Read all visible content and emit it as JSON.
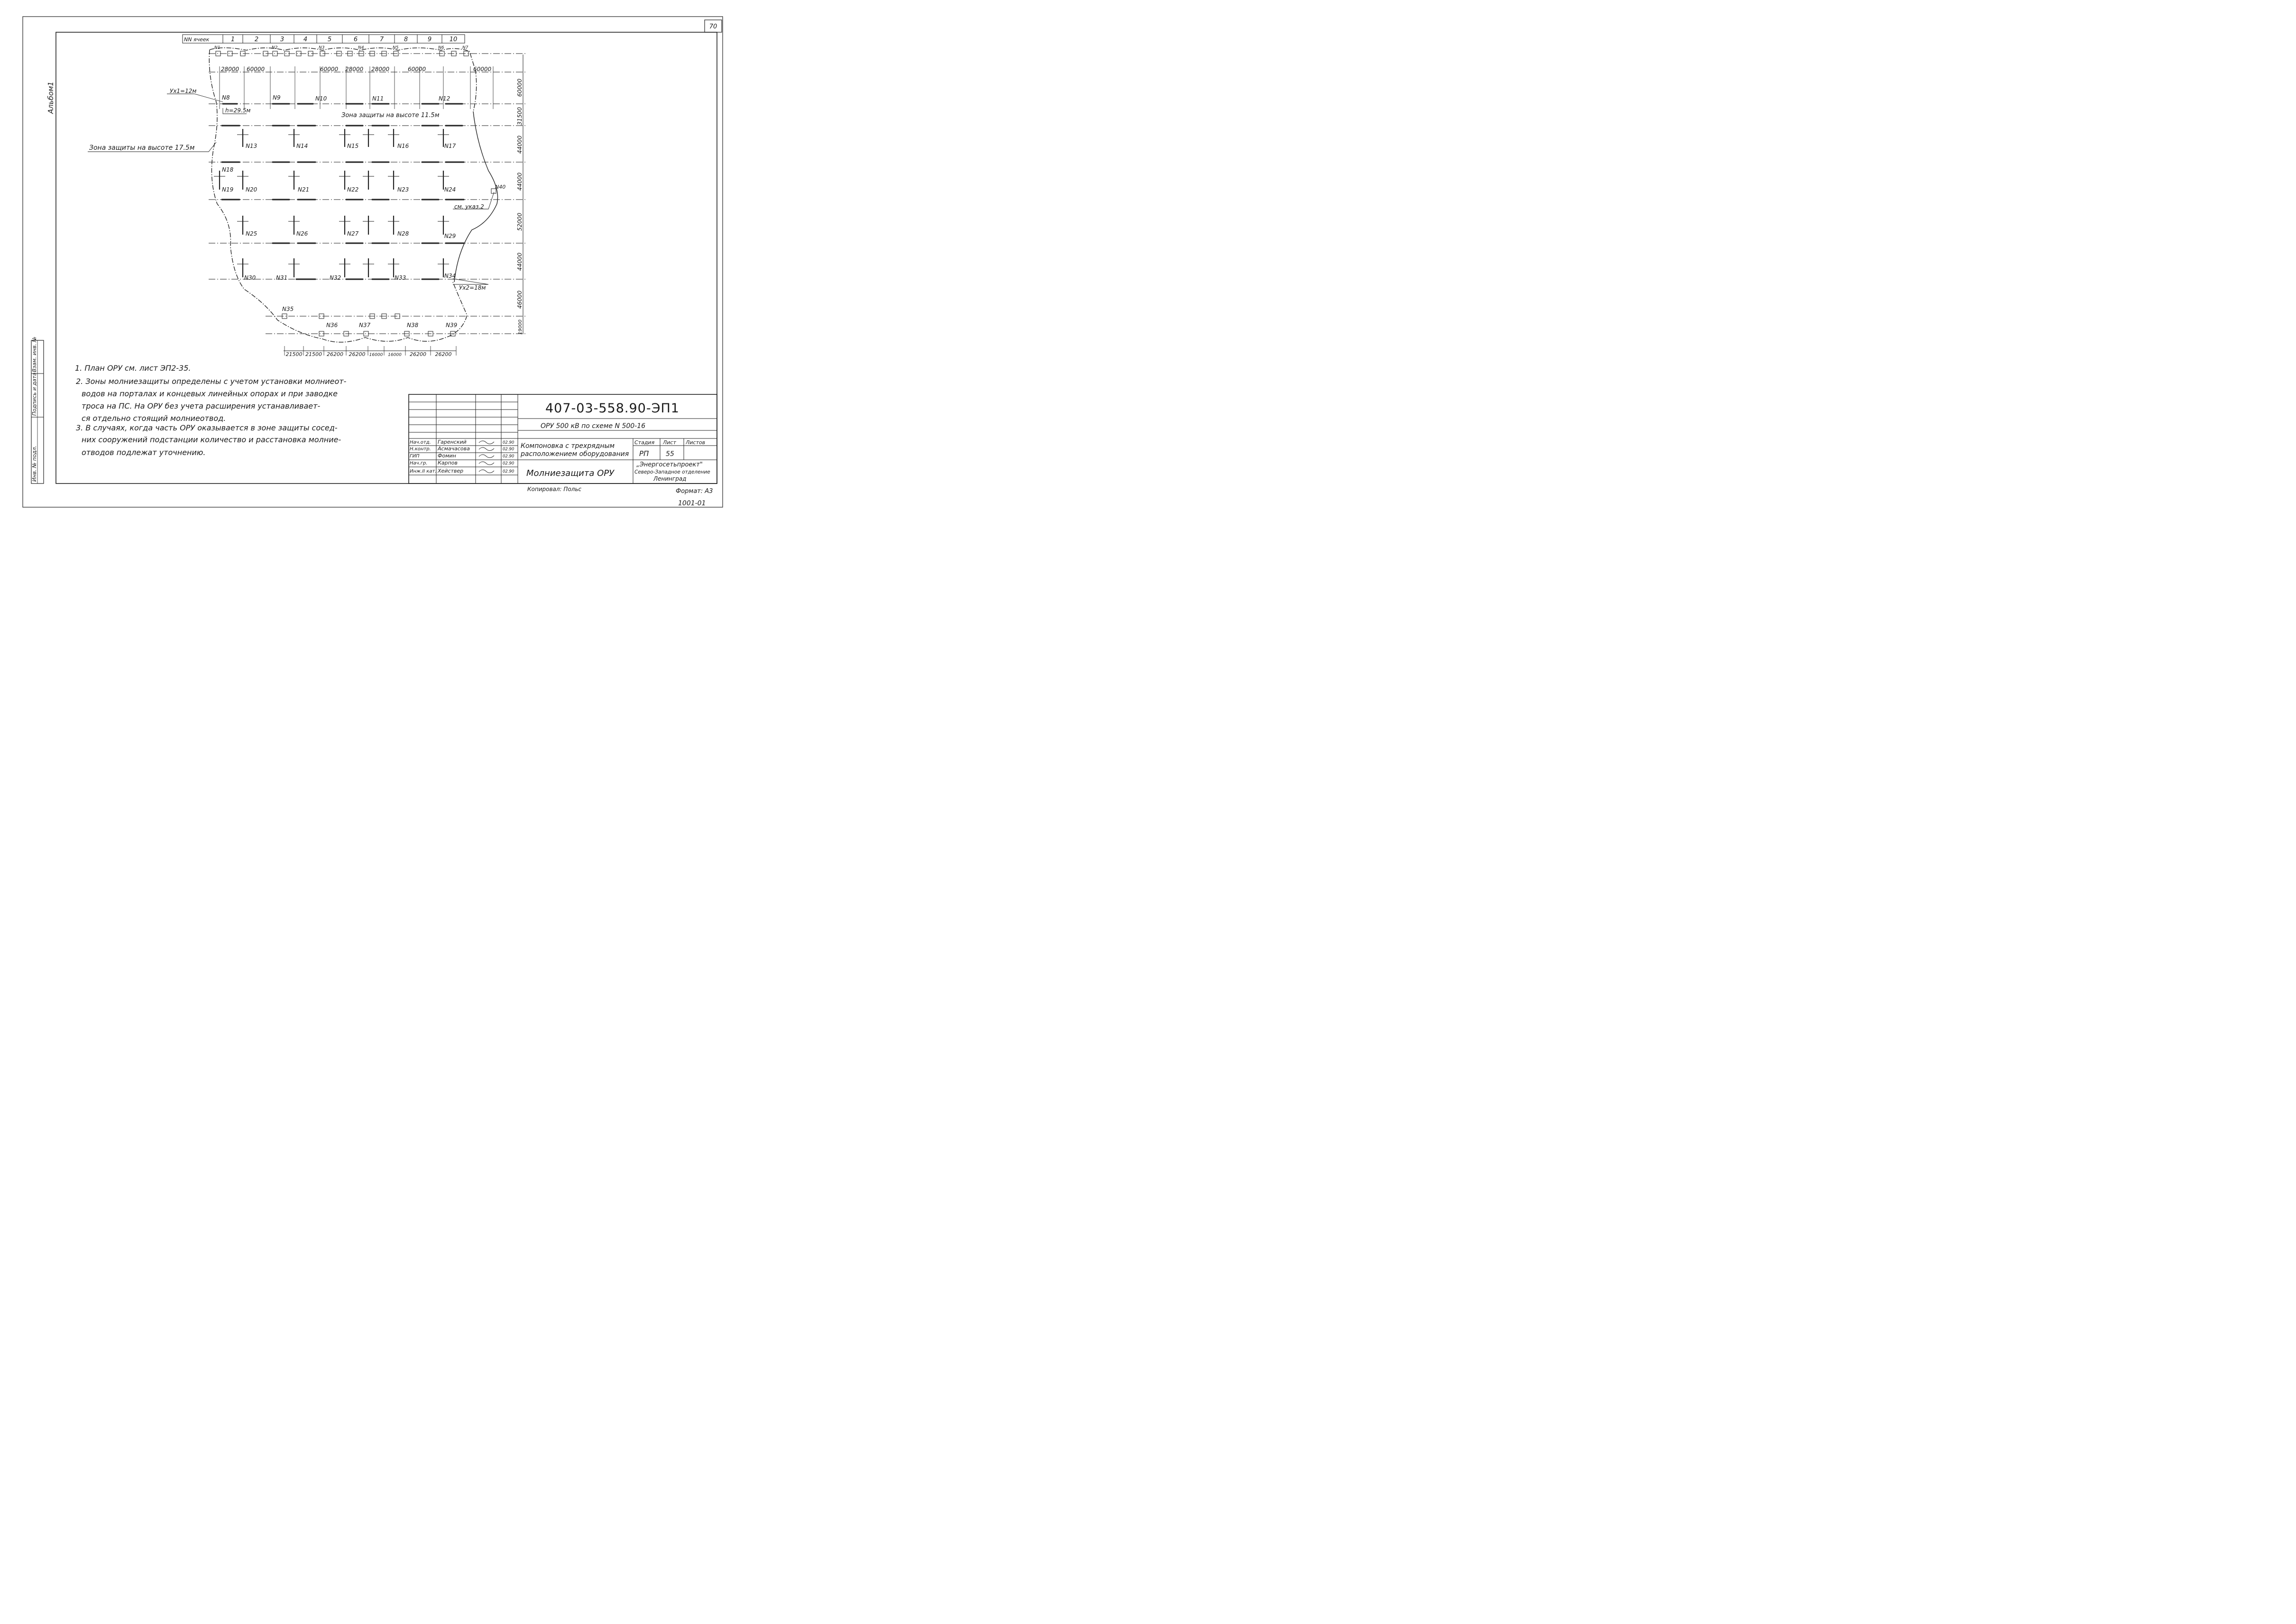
{
  "sheet_no": "70",
  "album": "Альбом1",
  "cells": {
    "header": "NN ячеек",
    "numbers": [
      "1",
      "2",
      "3",
      "4",
      "5",
      "6",
      "7",
      "8",
      "9",
      "10"
    ]
  },
  "top_dims": [
    "28000",
    "60000",
    "60000",
    "28000",
    "28000",
    "60000",
    "60000"
  ],
  "right_dims": [
    "60000",
    "31500",
    "44000",
    "44000",
    "52000",
    "44000",
    "46000",
    "19000"
  ],
  "bottom_dims": [
    "21500",
    "21500",
    "26200",
    "26200",
    "16000",
    "16000",
    "26200",
    "26200"
  ],
  "rods": {
    "top_row": [
      "N1",
      "N2",
      "N3",
      "N4",
      "N5",
      "N6",
      "N7"
    ],
    "row1": [
      "N8",
      "N9",
      "N10",
      "N11",
      "N12"
    ],
    "row2": [
      "N13",
      "N14",
      "N15",
      "N16",
      "N17"
    ],
    "row3": [
      "N18",
      "N19",
      "N20",
      "N21",
      "N22",
      "N23",
      "N24"
    ],
    "row4": [
      "N25",
      "N26",
      "N27",
      "N28",
      "N29"
    ],
    "row5": [
      "N30",
      "N31",
      "N32",
      "N33",
      "N34"
    ],
    "bottom": [
      "N35",
      "N36",
      "N37",
      "N38",
      "N39"
    ],
    "separate": "N40"
  },
  "annotations": {
    "yx1": "Ух1=12м",
    "h": "h=29.5м",
    "zone_11_5": "Зона защиты на высоте 11.5м",
    "zone_17_5": "Зона защиты на высоте 17.5м",
    "see_note": "см. указ.2",
    "yx2": "Ух2=18м"
  },
  "notes": [
    "1. План ОРУ см. лист ЭП2-35.",
    "2. Зоны молниезащиты определены с учетом установки молниеот-",
    "водов на порталах и концевых линейных опорах и при заводке",
    "троса на ПС. На ОРУ без учета расширения устанавливает-",
    "ся отдельно стоящий молниеотвод.",
    "3. В случаях, когда часть ОРУ оказывается в зоне защиты сосед-",
    "них сооружений подстанции количество и расстановка молние-",
    "отводов подлежат уточнению."
  ],
  "stamp_side": [
    "Инв. № подл.",
    "Подпись и дата",
    "Взам. инв. №"
  ],
  "title_block": {
    "doc_code": "407-03-558.90-ЭП1",
    "project": "ОРУ 500 кВ по схеме N 500-16",
    "drawing_desc": [
      "Компоновка с трехрядным",
      "расположением оборудования"
    ],
    "drawing_title": "Молниезащита ОРУ",
    "stage_hdr": "Стадия",
    "sheet_hdr": "Лист",
    "sheets_hdr": "Листов",
    "stage": "РП",
    "sheet": "55",
    "org": [
      "„Энергосетьпроект\"",
      "Северо-Западное отделение",
      "Ленинград"
    ],
    "people": [
      {
        "role": "Нач.отд.",
        "name": "Гаренский",
        "date": "02.90"
      },
      {
        "role": "Н.контр.",
        "name": "Асмачасова",
        "date": "02.90"
      },
      {
        "role": "ГИП",
        "name": "Фомин",
        "date": "02.90"
      },
      {
        "role": "Нач.гр.",
        "name": "Карпов",
        "date": "02.90"
      },
      {
        "role": "Инж.II кат.",
        "name": "Хействер",
        "date": "02.90"
      }
    ]
  },
  "copied": "Копировал: Польс",
  "format": "Формат: А3",
  "footer_code": "1001-01"
}
